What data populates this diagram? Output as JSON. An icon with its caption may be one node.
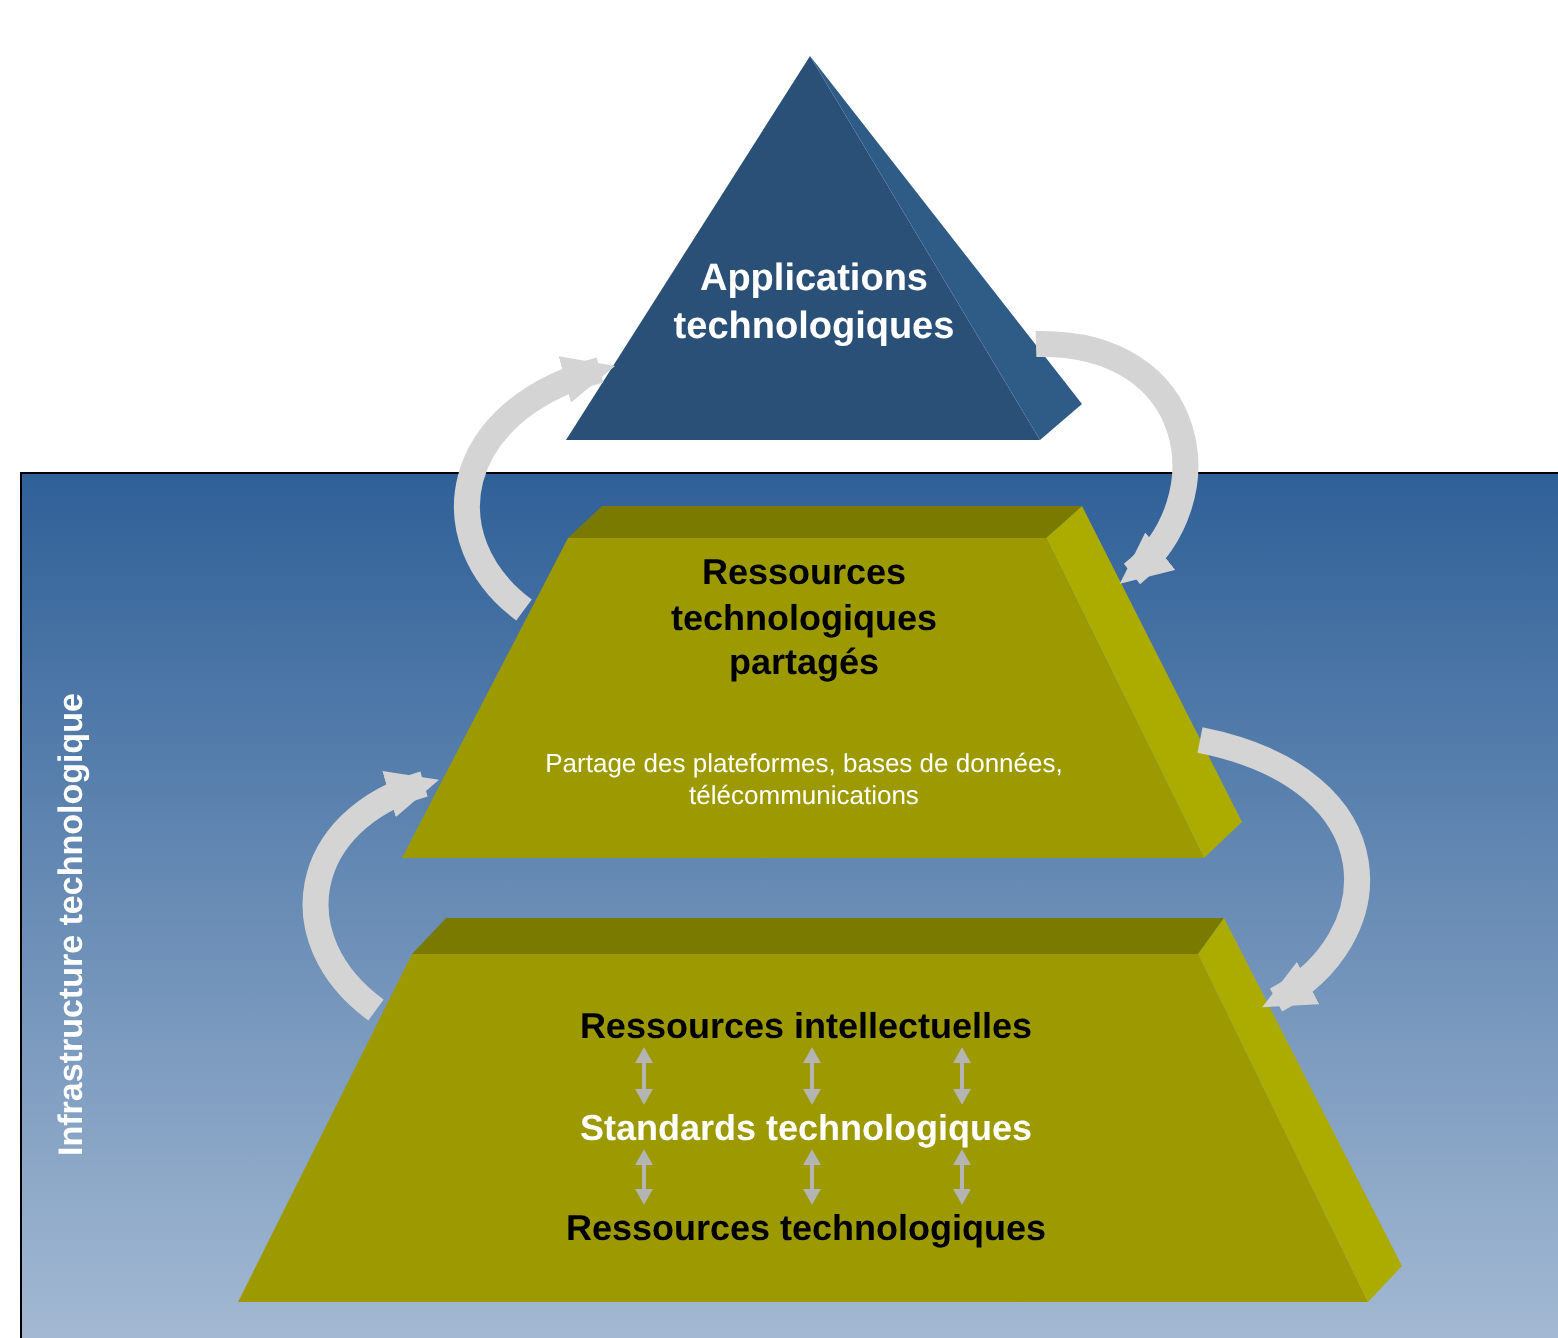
{
  "diagram": {
    "nodes": [
      {
        "text": [
          "Infrastructure technologique"
        ]
      },
      {
        "text": [
          "Applications technologiques"
        ]
      },
      {
        "text": [
          "Ressources technologiques partagés",
          "Partage des plateformes, bases de données, télécommunications"
        ],
        "in": 0
      },
      {
        "text": [],
        "shape": "trapezoid",
        "in": 0
      },
      {
        "text": [
          "Ressources intellectuelles"
        ],
        "in": 3
      },
      {
        "text": [
          "Standards technologiques"
        ],
        "in": 3
      },
      {
        "text": [
          "Ressources technologiques"
        ],
        "in": 3
      }
    ],
    "edges": [
      {
        "from": 2,
        "to": 1,
        "arrow": "to",
        "style": "thick"
      },
      {
        "from": 1,
        "to": 2,
        "arrow": "to",
        "style": "thick"
      },
      {
        "from": 3,
        "to": 2,
        "arrow": "to",
        "style": "thick"
      },
      {
        "from": 2,
        "to": 3,
        "arrow": "to",
        "style": "thick"
      },
      {
        "from": 4,
        "to": 5,
        "arrow": "both"
      },
      {
        "from": 4,
        "to": 5,
        "arrow": "both"
      },
      {
        "from": 4,
        "to": 5,
        "arrow": "both"
      },
      {
        "from": 5,
        "to": 6,
        "arrow": "both"
      },
      {
        "from": 5,
        "to": 6,
        "arrow": "both"
      },
      {
        "from": 5,
        "to": 6,
        "arrow": "both"
      }
    ]
  }
}
